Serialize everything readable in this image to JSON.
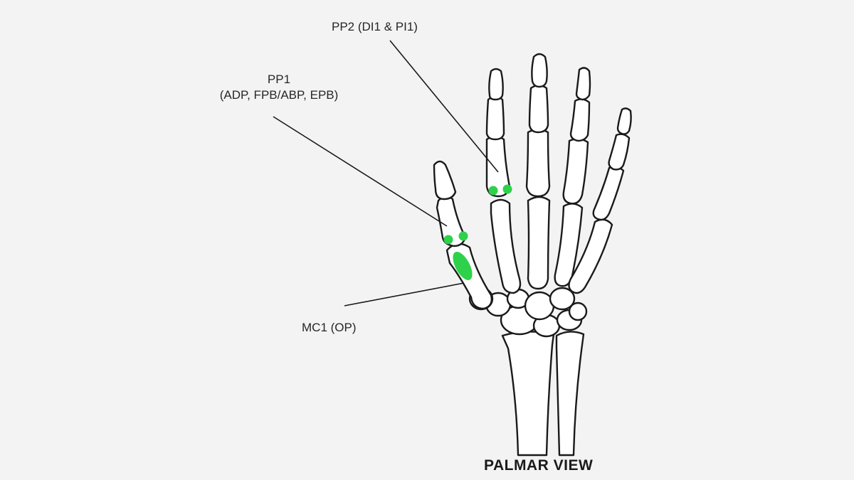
{
  "labels": {
    "pp2": "PP2 (DI1 & PI1)",
    "pp1_line1": "PP1",
    "pp1_line2": "(ADP, FPB/ABP, EPB)",
    "mc1": "MC1 (OP)"
  },
  "view_title": "PALMAR VIEW",
  "colors": {
    "attachment": "#2ed14a",
    "bone_fill": "#ffffff",
    "outline": "#1a1a1a",
    "background": "#f3f3f3"
  }
}
